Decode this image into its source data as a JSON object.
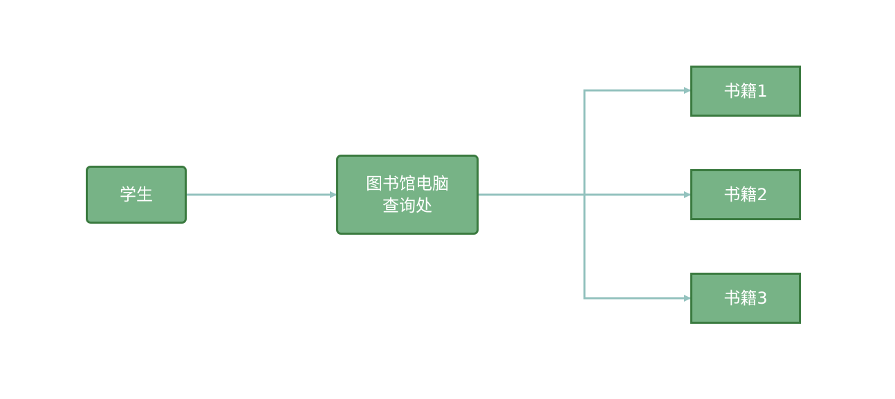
{
  "colors": {
    "node_fill": "#77b386",
    "node_border": "#3a7a3f",
    "node_text": "#ffffff",
    "connector": "#93c2be"
  },
  "nodes": {
    "student": {
      "label": "学生"
    },
    "terminal": {
      "label_line1": "图书馆电脑",
      "label_line2": "查询处"
    },
    "book_1": {
      "label": "书籍1"
    },
    "book_2": {
      "label": "书籍2"
    },
    "book_3": {
      "label": "书籍3"
    }
  },
  "edges": [
    {
      "from": "student",
      "to": "terminal"
    },
    {
      "from": "terminal",
      "to": "book_1"
    },
    {
      "from": "terminal",
      "to": "book_2"
    },
    {
      "from": "terminal",
      "to": "book_3"
    }
  ]
}
